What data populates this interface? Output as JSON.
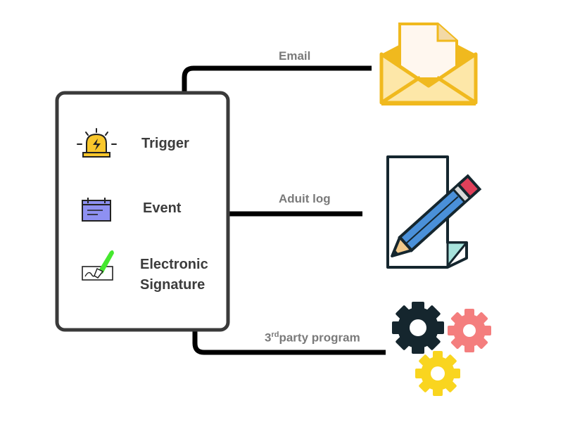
{
  "panel": {
    "items": [
      {
        "label": "Trigger",
        "icon": "siren-icon"
      },
      {
        "label": "Event",
        "icon": "calendar-icon"
      },
      {
        "label": "Electronic",
        "label_line2": "Signature",
        "icon": "signature-pen-icon"
      }
    ]
  },
  "connections": [
    {
      "label": "Email",
      "target_icon": "envelope-icon"
    },
    {
      "label": "Aduit log",
      "target_icon": "pencil-document-icon"
    },
    {
      "label_prefix": "3",
      "label_sup": "rd",
      "label_rest": "party program",
      "target_icon": "gears-icon"
    }
  ],
  "colors": {
    "line": "#000000",
    "panel_border": "#3a3a3a",
    "envelope": "#f0b91e",
    "calendar": "#8e90f2",
    "siren": "#f9c72c",
    "pen_nib": "#45e82e",
    "pencil_body": "#4a90d9",
    "pencil_eraser": "#e0405a",
    "gear_dark": "#15262e",
    "gear_pink": "#f47e7e",
    "gear_yellow": "#f9d51f"
  }
}
